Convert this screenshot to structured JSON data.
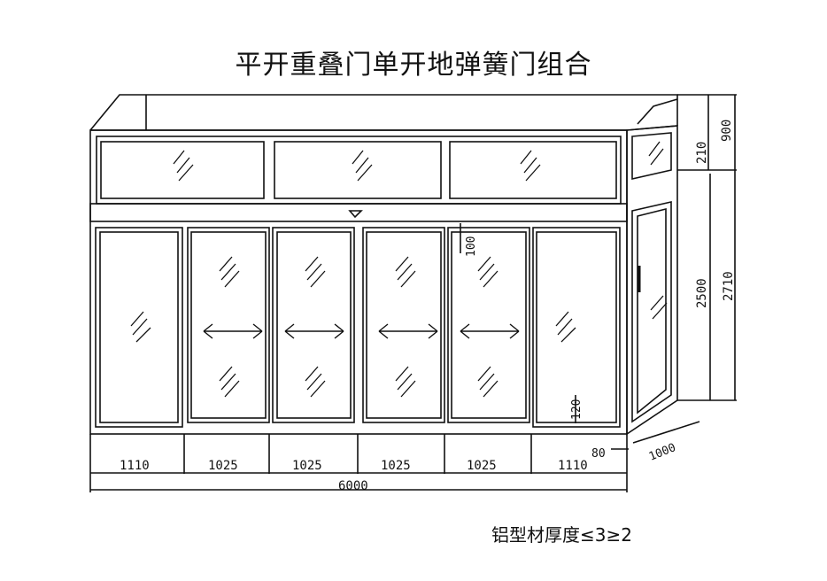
{
  "title": "平开重叠门单开地弹簧门组合",
  "footnote": "铝型材厚度≤3≥2",
  "dimensions": {
    "bottom_widths": [
      "1110",
      "1025",
      "1025",
      "1025",
      "1025",
      "1110"
    ],
    "total_width": "6000",
    "right_top": "900",
    "right_transom": "210",
    "right_door": "2500",
    "right_total": "2710",
    "rail_height": "100",
    "bottom_rail": "120",
    "jamb": "80",
    "depth": "1000"
  }
}
